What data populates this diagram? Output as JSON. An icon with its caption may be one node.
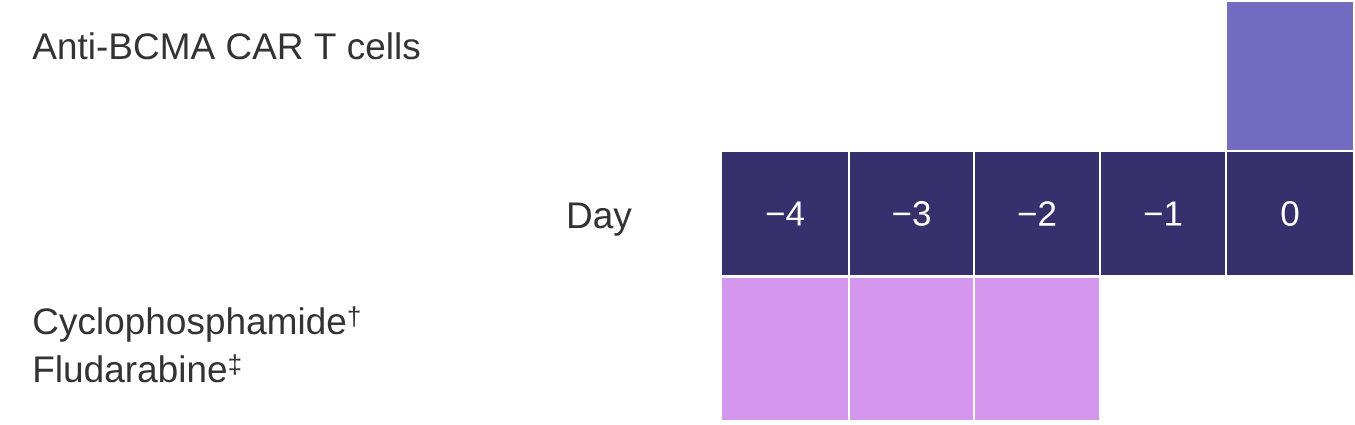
{
  "diagram": {
    "nodes": [
      {
        "text": [],
        "shape": "box"
      },
      {
        "text": [
          "−4"
        ]
      },
      {
        "text": [
          "−3"
        ]
      },
      {
        "text": [
          "−2"
        ]
      },
      {
        "text": [
          "−1"
        ]
      },
      {
        "text": [
          "0"
        ]
      },
      {
        "text": [],
        "shape": "box"
      },
      {
        "text": [],
        "shape": "box"
      },
      {
        "text": [],
        "shape": "box"
      }
    ],
    "labels": [
      "Anti-BCMA CAR T cells",
      "Day",
      "Cyclophosphamide$^{†}$",
      "Fludarabine$^{‡}$"
    ]
  }
}
